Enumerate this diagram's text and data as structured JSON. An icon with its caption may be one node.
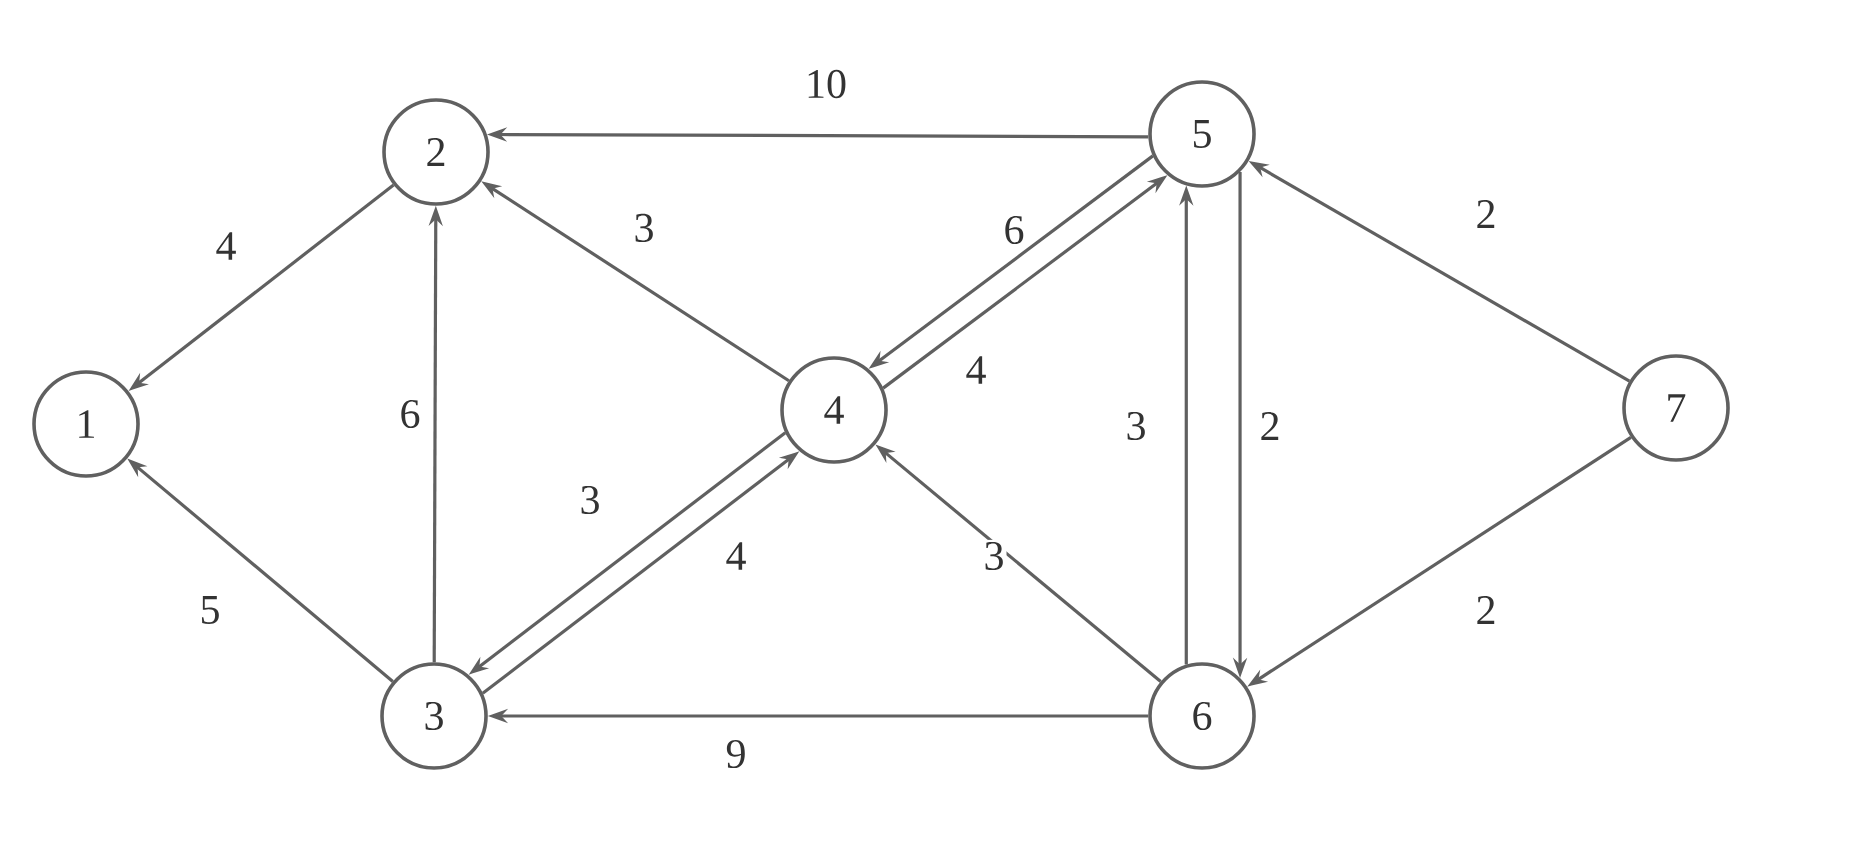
{
  "diagram": {
    "nodes": [
      {
        "text": [
          "1"
        ]
      },
      {
        "text": [
          "2"
        ]
      },
      {
        "text": [
          "3"
        ]
      },
      {
        "text": [
          "4"
        ]
      },
      {
        "text": [
          "5"
        ]
      },
      {
        "text": [
          "6"
        ]
      },
      {
        "text": [
          "7"
        ]
      }
    ],
    "edges": [
      {
        "from": 1,
        "to": 0,
        "arrow": "to",
        "label": "4"
      },
      {
        "from": 2,
        "to": 0,
        "arrow": "to",
        "label": "5"
      },
      {
        "from": 2,
        "to": 1,
        "arrow": "to",
        "label": "6"
      },
      {
        "from": 3,
        "to": 1,
        "arrow": "to",
        "label": "3"
      },
      {
        "from": 4,
        "to": 1,
        "arrow": "to",
        "label": "10"
      },
      {
        "from": 4,
        "to": 3,
        "arrow": "to",
        "label": "6"
      },
      {
        "from": 3,
        "to": 4,
        "arrow": "to",
        "label": "4"
      },
      {
        "from": 3,
        "to": 2,
        "arrow": "to",
        "label": "3"
      },
      {
        "from": 2,
        "to": 3,
        "arrow": "to",
        "label": "4"
      },
      {
        "from": 5,
        "to": 4,
        "arrow": "to",
        "label": "3"
      },
      {
        "from": 4,
        "to": 5,
        "arrow": "to",
        "label": "2"
      },
      {
        "from": 5,
        "to": 3,
        "arrow": "to",
        "label": "3"
      },
      {
        "from": 5,
        "to": 2,
        "arrow": "to",
        "label": "9"
      },
      {
        "from": 6,
        "to": 4,
        "arrow": "to",
        "label": "2"
      },
      {
        "from": 6,
        "to": 5,
        "arrow": "to",
        "label": "2"
      }
    ]
  }
}
